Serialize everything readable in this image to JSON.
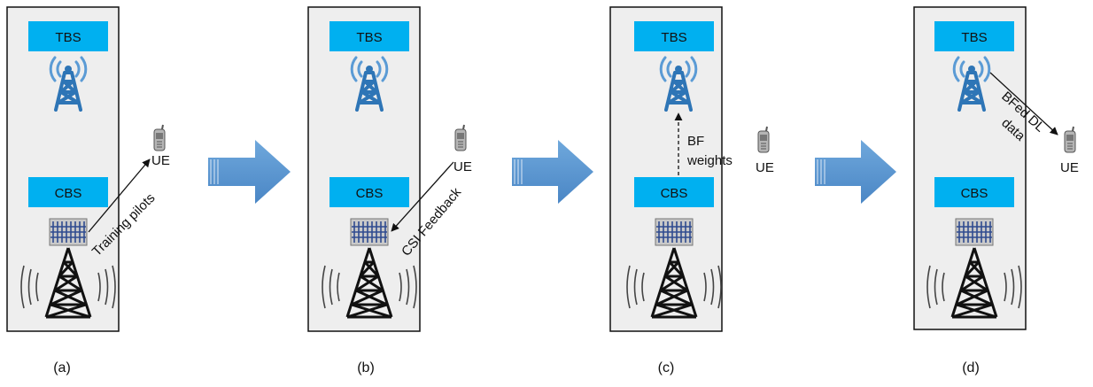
{
  "panels": [
    {
      "id": "a",
      "caption": "(a)",
      "tbs_label": "TBS",
      "cbs_label": "CBS",
      "ue_label": "UE",
      "arrow_label": "Training pilots"
    },
    {
      "id": "b",
      "caption": "(b)",
      "tbs_label": "TBS",
      "cbs_label": "CBS",
      "ue_label": "UE",
      "arrow_label": "CSI Feedback"
    },
    {
      "id": "c",
      "caption": "(c)",
      "tbs_label": "TBS",
      "cbs_label": "CBS",
      "ue_label": "UE",
      "arrow_label_line1": "BF",
      "arrow_label_line2": "weights"
    },
    {
      "id": "d",
      "caption": "(d)",
      "tbs_label": "TBS",
      "cbs_label": "CBS",
      "ue_label": "UE",
      "arrow_label_line1": "BFed DL",
      "arrow_label_line2": "data"
    }
  ],
  "colors": {
    "panel_fill": "#eeeeee",
    "label_box": "#00b0f0",
    "tower_blue": "#2e75b6",
    "signal_blue": "#5b9bd5",
    "step_arrow": "#5b9bd5"
  },
  "icons": [
    "transmit-tower-icon",
    "lattice-tower-icon",
    "antenna-array-icon",
    "phone-icon",
    "step-arrow-icon"
  ]
}
